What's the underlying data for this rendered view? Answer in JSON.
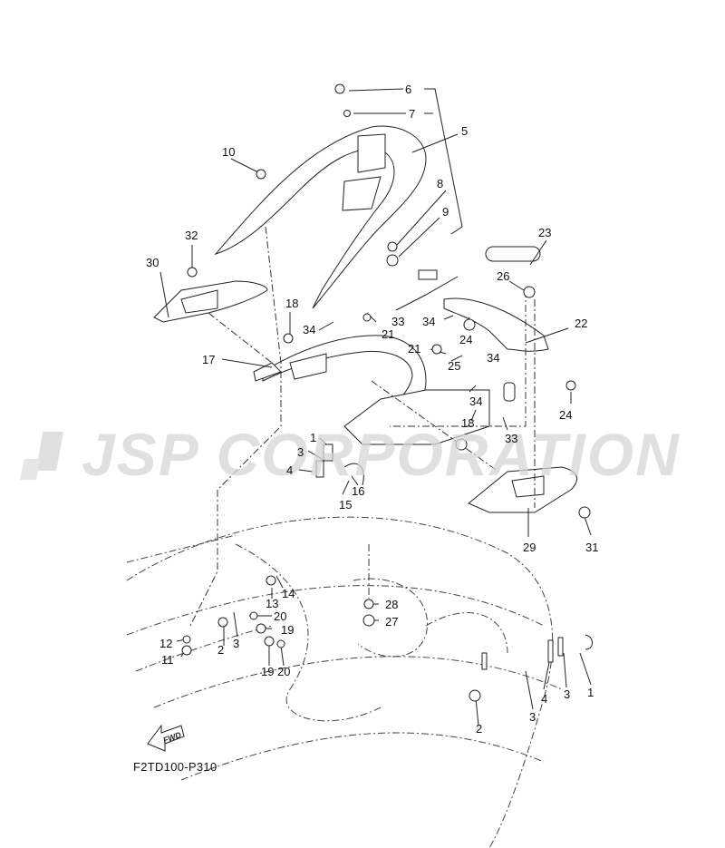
{
  "diagram": {
    "drawing_code": "F2TD100-P310",
    "fwd_label": "FWD",
    "watermark": "JSP CORPORATION",
    "callouts": [
      {
        "id": "c6",
        "num": "6"
      },
      {
        "id": "c7",
        "num": "7"
      },
      {
        "id": "c5",
        "num": "5"
      },
      {
        "id": "c8",
        "num": "8"
      },
      {
        "id": "c9",
        "num": "9"
      },
      {
        "id": "c10",
        "num": "10"
      },
      {
        "id": "c32",
        "num": "32"
      },
      {
        "id": "c30",
        "num": "30"
      },
      {
        "id": "c23",
        "num": "23"
      },
      {
        "id": "c26",
        "num": "26"
      },
      {
        "id": "c22",
        "num": "22"
      },
      {
        "id": "c18a",
        "num": "18"
      },
      {
        "id": "c34a",
        "num": "34"
      },
      {
        "id": "c21a",
        "num": "21"
      },
      {
        "id": "c33a",
        "num": "33"
      },
      {
        "id": "c34b",
        "num": "34"
      },
      {
        "id": "c24a",
        "num": "24"
      },
      {
        "id": "c34c",
        "num": "34"
      },
      {
        "id": "c17",
        "num": "17"
      },
      {
        "id": "c21b",
        "num": "21"
      },
      {
        "id": "c25",
        "num": "25"
      },
      {
        "id": "c24b",
        "num": "24"
      },
      {
        "id": "c34d",
        "num": "34"
      },
      {
        "id": "c18b",
        "num": "18"
      },
      {
        "id": "c33b",
        "num": "33"
      },
      {
        "id": "c1a",
        "num": "1"
      },
      {
        "id": "c3a",
        "num": "3"
      },
      {
        "id": "c4a",
        "num": "4"
      },
      {
        "id": "c16",
        "num": "16"
      },
      {
        "id": "c15",
        "num": "15"
      },
      {
        "id": "c29",
        "num": "29"
      },
      {
        "id": "c31",
        "num": "31"
      },
      {
        "id": "c14",
        "num": "14"
      },
      {
        "id": "c13",
        "num": "13"
      },
      {
        "id": "c28",
        "num": "28"
      },
      {
        "id": "c27",
        "num": "27"
      },
      {
        "id": "c20a",
        "num": "20"
      },
      {
        "id": "c19a",
        "num": "19"
      },
      {
        "id": "c12",
        "num": "12"
      },
      {
        "id": "c11",
        "num": "11"
      },
      {
        "id": "c2a",
        "num": "2"
      },
      {
        "id": "c3b",
        "num": "3"
      },
      {
        "id": "c19b",
        "num": "19"
      },
      {
        "id": "c20b",
        "num": "20"
      },
      {
        "id": "c4b",
        "num": "4"
      },
      {
        "id": "c3c",
        "num": "3"
      },
      {
        "id": "c1b",
        "num": "1"
      },
      {
        "id": "c2b",
        "num": "2"
      },
      {
        "id": "c3d",
        "num": "3"
      }
    ]
  }
}
